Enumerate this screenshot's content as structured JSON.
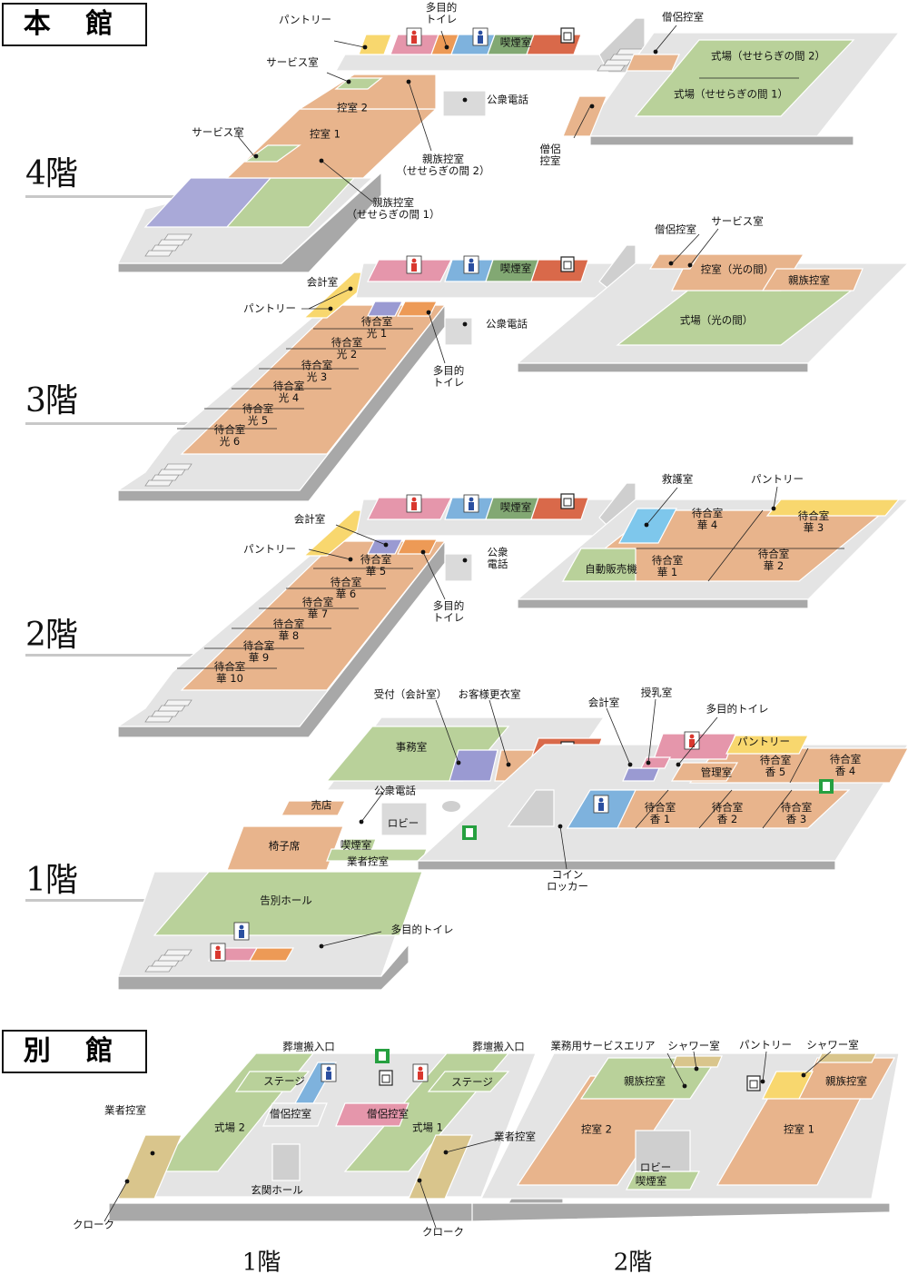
{
  "buildings": [
    {
      "title": "本 館",
      "floors": [
        {
          "name": "4階",
          "labels": [
            "パントリー",
            "多目的\nトイレ",
            "喫煙室",
            "僧侶控室",
            "サービス室",
            "控室 2",
            "控室 1",
            "公衆電話",
            "サービス室",
            "親族控室\n（せせらぎの間 2）",
            "僧侶\n控室",
            "式場（せせらぎの間 2）",
            "式場（せせらぎの間 1）",
            "親族控室\n（せせらぎの間 1）"
          ]
        },
        {
          "name": "3階",
          "labels": [
            "僧侶控室",
            "サービス室",
            "喫煙室",
            "会計室",
            "控室（光の間）",
            "親族控室",
            "パントリー",
            "待合室\n光 1",
            "公衆電話",
            "式場（光の間）",
            "待合室\n光 2",
            "待合室\n光 3",
            "待合室\n光 4",
            "多目的\nトイレ",
            "待合室\n光 5",
            "待合室\n光 6"
          ]
        },
        {
          "name": "2階",
          "labels": [
            "救護室",
            "パントリー",
            "喫煙室",
            "待合室\n華 4",
            "待合室\n華 3",
            "会計室",
            "パントリー",
            "待合室\n華 5",
            "公衆\n電話",
            "待合室\n華 6",
            "自動販売機",
            "待合室\n華 1",
            "待合室\n華 2",
            "待合室\n華 7",
            "待合室\n華 8",
            "多目的\nトイレ",
            "待合室\n華 9",
            "待合室\n華 10"
          ]
        },
        {
          "name": "1階",
          "labels": [
            "受付（会計室）",
            "お客様更衣室",
            "会計室",
            "授乳室",
            "多目的トイレ",
            "事務室",
            "パントリー",
            "待合室\n香 5",
            "待合室\n香 4",
            "管理室",
            "公衆電話",
            "売店",
            "ロビー",
            "待合室\n香 1",
            "待合室\n香 2",
            "待合室\n香 3",
            "椅子席",
            "喫煙室",
            "業者控室",
            "コイン\nロッカー",
            "告別ホール",
            "多目的トイレ"
          ]
        }
      ]
    },
    {
      "title": "別 館",
      "floors": [
        {
          "name": "1階",
          "labels": [
            "葬壇搬入口",
            "葬壇搬入口",
            "ステージ",
            "ステージ",
            "業者控室",
            "式場 2",
            "僧侶控室",
            "僧侶控室",
            "式場 1",
            "業者控室",
            "玄関ホール",
            "クローク",
            "クローク"
          ]
        },
        {
          "name": "2階",
          "labels": [
            "業務用サービスエリア",
            "シャワー室",
            "パントリー",
            "シャワー室",
            "親族控室",
            "親族控室",
            "控室 2",
            "控室 1",
            "ロビー",
            "喫煙室"
          ]
        }
      ]
    }
  ],
  "colors": {
    "waiting": "#e8b48c",
    "ceremony": "#b9d19a",
    "restroom": "#e596ab",
    "toilet_blue": "#7eb2dd",
    "smoking": "#82a873",
    "office": "#9a9ad2",
    "pantry": "#f8d76e",
    "accessible": "#ed9a56",
    "elevator": "#d9694a",
    "floor": "#e1e1e1",
    "wall": "#bdbdbd",
    "side": "#a3a3a3",
    "exit": "#26a040",
    "tan": "#d9c58c"
  },
  "icons": [
    "female-restroom-icon",
    "male-restroom-icon",
    "elevator-icon",
    "emergency-exit-icon"
  ]
}
